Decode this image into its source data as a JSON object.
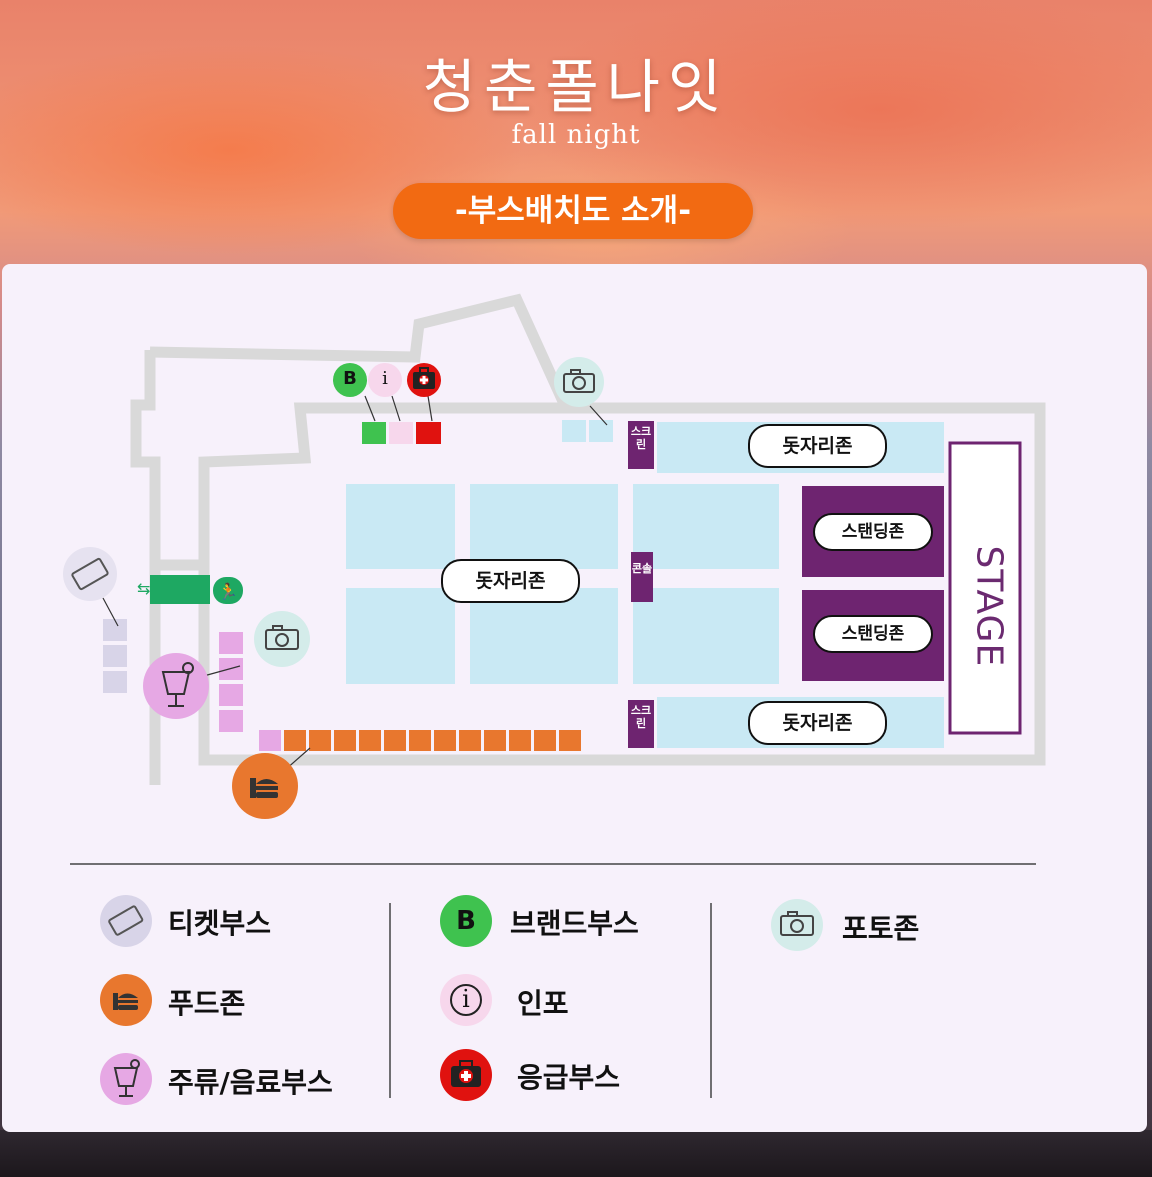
{
  "header": {
    "title": "청춘폴나잇",
    "subtitle": "fall night",
    "banner": "-부스배치도 소개-"
  },
  "map": {
    "seat_zone_center": "돗자리존",
    "seat_zone_top": "돗자리존",
    "seat_zone_bottom": "돗자리존",
    "standing_zone_1": "스탠딩존",
    "standing_zone_2": "스탠딩존",
    "stage": "STAGE",
    "screen_top": "스크린",
    "screen_bottom": "스크린",
    "console": "콘솔",
    "brand_badge": "B",
    "info_badge": "i"
  },
  "legend": {
    "ticket": "티켓부스",
    "food": "푸드존",
    "drink": "주류/음료부스",
    "brand": "브랜드부스",
    "brand_badge": "B",
    "info": "인포",
    "info_badge": "i",
    "emergency": "응급부스",
    "photo": "포토존"
  },
  "colors": {
    "banner": "#f26a12",
    "seat_zone": "#c9e9f4",
    "standing_zone": "#6e2470",
    "food": "#e8772e",
    "drink": "#e6a8e4",
    "ticket": "#d8d4e8",
    "brand": "#2fb34a",
    "info": "#f5d4ea",
    "emergency": "#e0120f",
    "photo": "#d4ecea",
    "exit": "#1ea862"
  }
}
